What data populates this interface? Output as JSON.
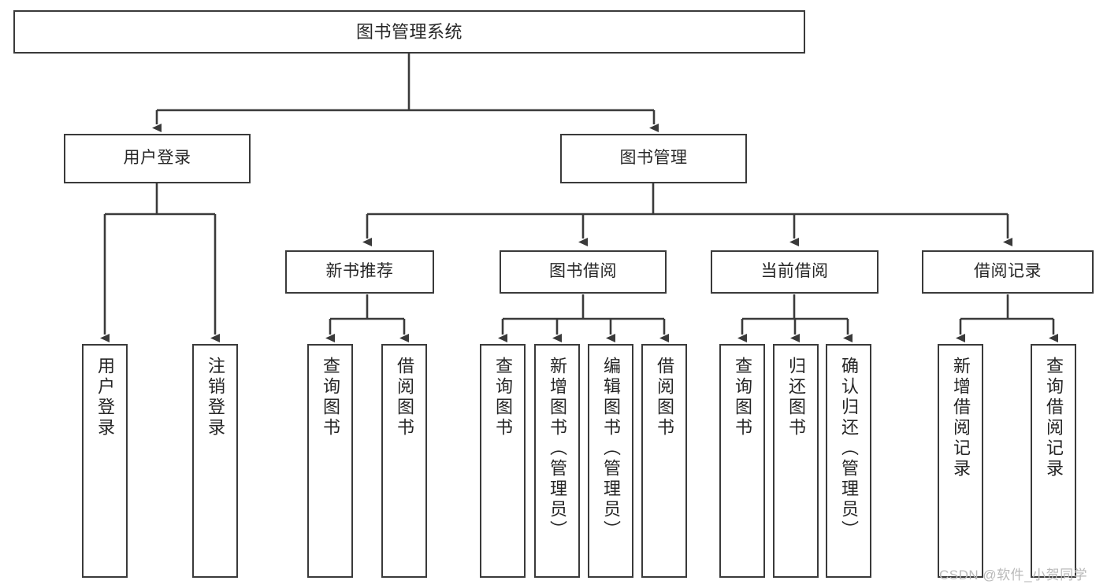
{
  "diagram": {
    "title": "图书管理系统",
    "type": "tree-hierarchy",
    "root": {
      "label": "图书管理系统"
    },
    "level1": [
      {
        "label": "用户登录"
      },
      {
        "label": "图书管理"
      }
    ],
    "level2": [
      {
        "label": "新书推荐",
        "parent": "图书管理"
      },
      {
        "label": "图书借阅",
        "parent": "图书管理"
      },
      {
        "label": "当前借阅",
        "parent": "图书管理"
      },
      {
        "label": "借阅记录",
        "parent": "图书管理"
      }
    ],
    "leaves": {
      "user_login": [
        {
          "label": "用户登录"
        },
        {
          "label": "注销登录"
        }
      ],
      "new_book_recommend": [
        {
          "label": "查询图书"
        },
        {
          "label": "借阅图书"
        }
      ],
      "book_borrow": [
        {
          "label": "查询图书"
        },
        {
          "label": "新增图书（管理员）"
        },
        {
          "label": "编辑图书（管理员）"
        },
        {
          "label": "借阅图书"
        }
      ],
      "current_borrow": [
        {
          "label": "查询图书"
        },
        {
          "label": "归还图书"
        },
        {
          "label": "确认归还（管理员）"
        }
      ],
      "borrow_record": [
        {
          "label": "新增借阅记录"
        },
        {
          "label": "查询借阅记录"
        }
      ]
    }
  },
  "watermark": {
    "text": "CSDN @软件_小贺同学"
  },
  "colors": {
    "stroke": "#3a3a3a",
    "text": "#262626",
    "background": "#ffffff",
    "watermark": "#b9b9b9"
  }
}
